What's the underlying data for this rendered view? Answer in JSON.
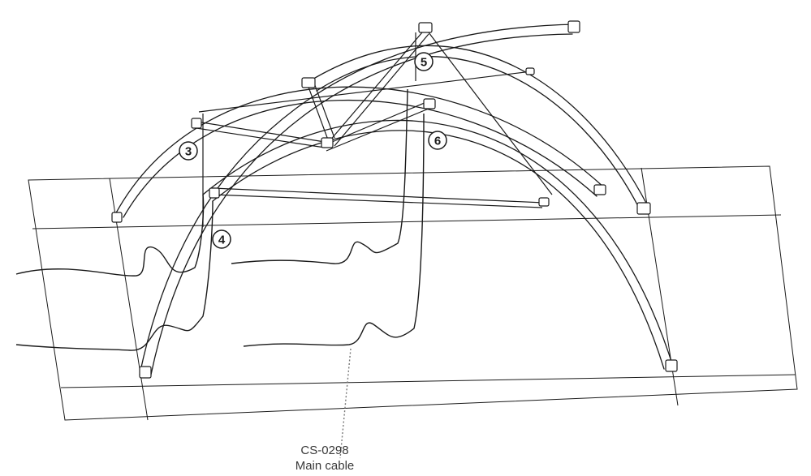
{
  "callouts": [
    "3",
    "4",
    "5",
    "6"
  ],
  "part_label": {
    "code": "CS-0298",
    "name": "Main cable"
  },
  "colors": {
    "line": "#1a1a1a",
    "leader": "#777777",
    "label": "#3a3a3a",
    "background": "#ffffff"
  }
}
